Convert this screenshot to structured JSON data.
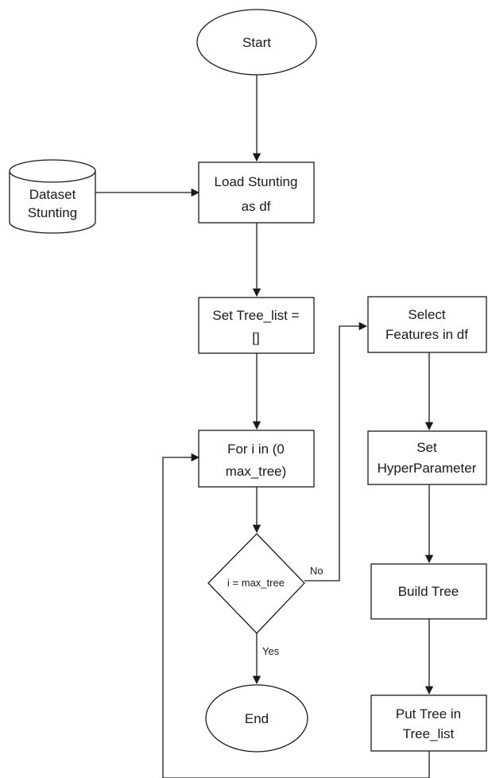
{
  "nodes": {
    "start": {
      "text": "Start"
    },
    "dataset": {
      "line1": "Dataset",
      "line2": "Stunting"
    },
    "load": {
      "line1": "Load Stunting",
      "line2": "as df"
    },
    "set_tree_list": {
      "line1": "Set Tree_list =",
      "line2": "[]"
    },
    "for_loop": {
      "line1": "For i in (0",
      "line2": "max_tree)"
    },
    "decision": {
      "text": "i = max_tree"
    },
    "end": {
      "text": "End"
    },
    "select_features": {
      "line1": "Select",
      "line2": "Features in df"
    },
    "set_hyper": {
      "line1": "Set",
      "line2": "HyperParameter"
    },
    "build_tree": {
      "text": "Build Tree"
    },
    "put_tree": {
      "line1": "Put Tree in",
      "line2": "Tree_list"
    }
  },
  "edges": {
    "no_label": "No",
    "yes_label": "Yes"
  }
}
